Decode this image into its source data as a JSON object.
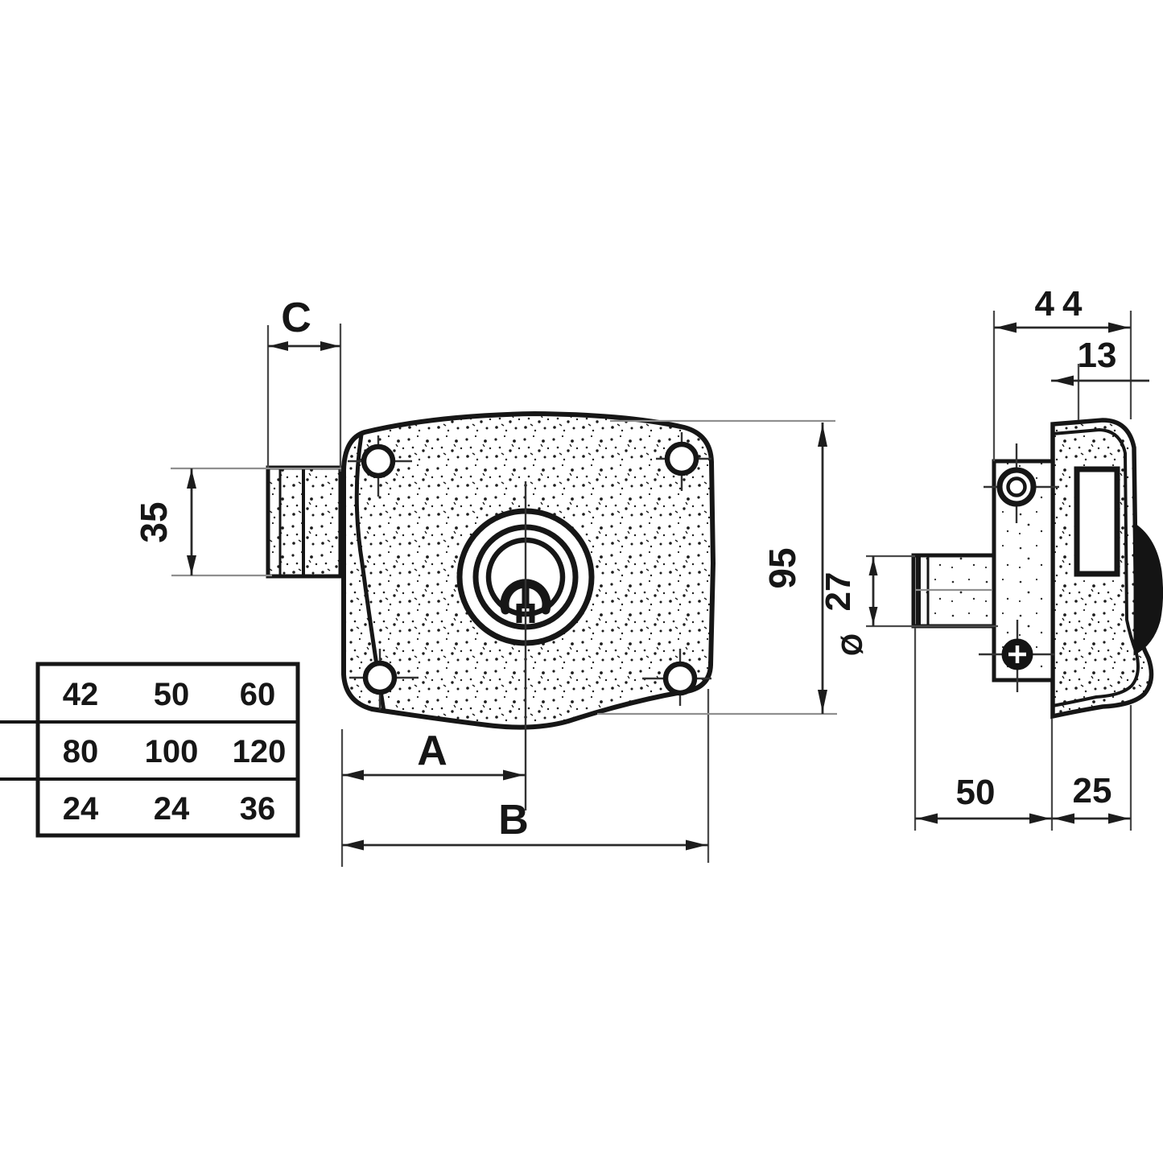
{
  "front_view": {
    "dim_c": "C",
    "dim_latch_height": "35",
    "dim_a": "A",
    "dim_b": "B",
    "dim_body_height": "95"
  },
  "side_view": {
    "dim_depth": "44",
    "dim_cap": "13",
    "diameter_symbol": "Ø",
    "dim_cylinder": "27",
    "dim_front": "50",
    "dim_back": "25"
  },
  "table": {
    "rows": [
      [
        "42",
        "50",
        "60"
      ],
      [
        "80",
        "100",
        "120"
      ],
      [
        "24",
        "24",
        "36"
      ]
    ]
  },
  "colors": {
    "ink": "#161616",
    "faint_line": "#8f8f8f",
    "background": "#ffffff"
  }
}
